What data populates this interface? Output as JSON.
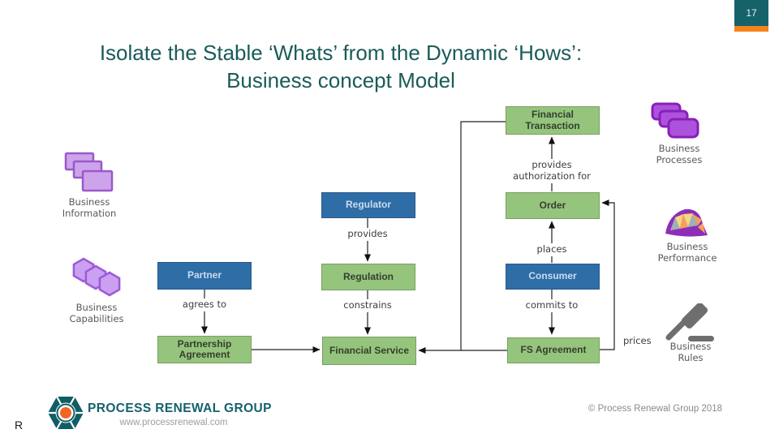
{
  "page": {
    "number": "17"
  },
  "title": {
    "line1": "Isolate the Stable ‘Whats’ from the Dynamic ‘Hows’:",
    "line2": "Business concept Model"
  },
  "diagram": {
    "entities": {
      "financial_transaction": "Financial Transaction",
      "regulator": "Regulator",
      "order": "Order",
      "regulation": "Regulation",
      "consumer": "Consumer",
      "partner": "Partner",
      "partnership_agreement": "Partnership Agreement",
      "financial_service": "Financial Service",
      "fs_agreement": "FS Agreement"
    },
    "relations": {
      "provides_authorization_for": "provides authorization for",
      "provides": "provides",
      "places": "places",
      "agrees_to": "agrees to",
      "constrains": "constrains",
      "commits_to": "commits to",
      "prices": "prices"
    },
    "legend": {
      "business_processes": "Business Processes",
      "business_information": "Business Information",
      "business_performance": "Business Performance",
      "business_capabilities": "Business Capabilities",
      "business_rules": "Business Rules"
    },
    "colors": {
      "entity_green": "#95C57D",
      "entity_blue": "#2F6DA6",
      "title_teal": "#1A5B59",
      "accent_orange": "#F5831C",
      "purple_dark": "#AC52DC",
      "purple_light": "#CDA3EC",
      "icon_gray": "#6E6E6E"
    }
  },
  "footer": {
    "brand": "PROCESS RENEWAL GROUP",
    "website": "www.processrenewal.com",
    "copyright": "© Process Renewal Group 2018",
    "stray_char": "R"
  }
}
